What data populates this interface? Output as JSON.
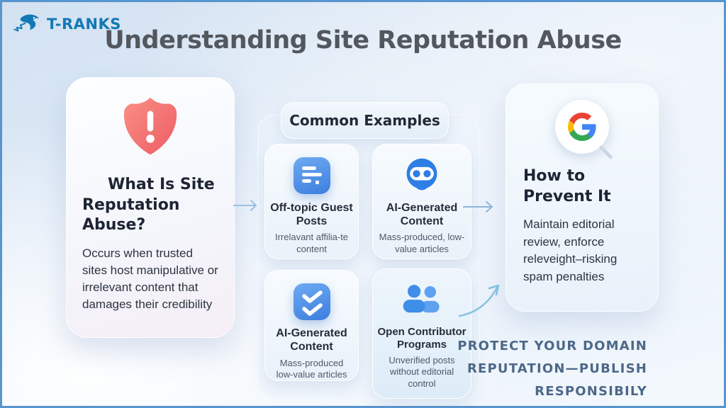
{
  "brand": {
    "name": "T-RANKS",
    "logo_icon": "shark-logo-icon"
  },
  "title": "Understanding Site Reputation Abuse",
  "left_card": {
    "icon": "alert-shield-icon",
    "heading_lines": [
      "What Is Site",
      "Reputation",
      "Abuse?"
    ],
    "body": "Occurs when trusted sites host manipulative or irrelevant content that damages their credibility"
  },
  "examples": {
    "header": "Common Examples",
    "cards": [
      {
        "icon": "document-lines-icon",
        "title": "Off-topic Guest Posts",
        "subtitle": "Irrelavant affilia-te content"
      },
      {
        "icon": "robot-face-icon",
        "title": "AI-Generated Content",
        "subtitle": "Mass-produced, low-value articles"
      },
      {
        "icon": "double-check-icon",
        "title": "AI-Generated Content",
        "subtitle": "Mass-produced low-value articles"
      },
      {
        "icon": "people-group-icon",
        "title": "Open Contributor Programs",
        "subtitle": "Unverified posts without editorial control"
      }
    ]
  },
  "right_card": {
    "icon": "google-search-icon",
    "heading_lines": [
      "How to",
      "Prevent It"
    ],
    "body": "Maintain editorial review, enforce releveight–risking spam penalties"
  },
  "footer": {
    "lines": [
      "PROTECT YOUR DOMAIN",
      "REPUTATION—PUBLISH",
      "RESPONSIBILY"
    ]
  },
  "colors": {
    "frame": "#5795cf",
    "brand-blue": "#1379b5",
    "title-gray": "#53575e",
    "heading-navy": "#1d2434",
    "body-dark": "#2d3440",
    "accent-blue": "#3c7ede",
    "shield-red": "#f2696a",
    "arrow-blue": "#9cc2e4",
    "footer-slate": "#4d6888"
  }
}
